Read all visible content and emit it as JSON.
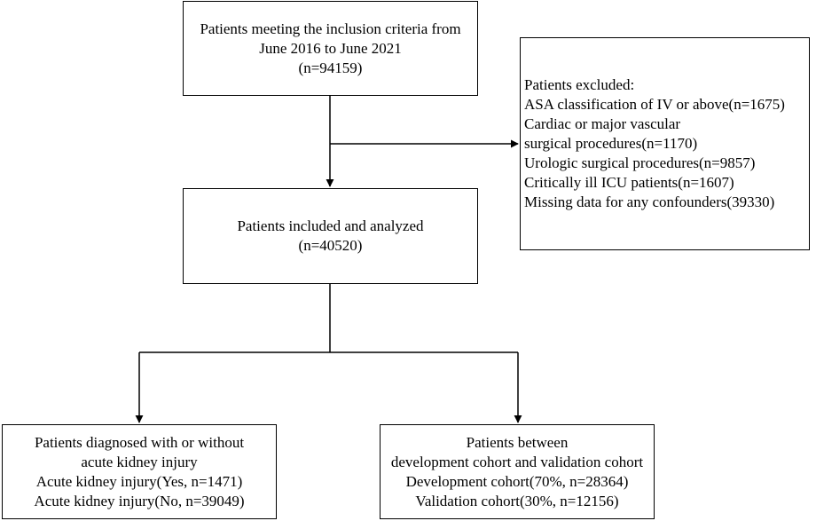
{
  "flowchart": {
    "inclusion": {
      "lines": [
        "Patients meeting the inclusion criteria from",
        "June 2016 to June 2021",
        "(n=94159)"
      ]
    },
    "excluded": {
      "lines": [
        "Patients excluded:",
        "ASA classification of IV or above(n=1675)",
        "Cardiac or major vascular",
        "surgical procedures(n=1170)",
        "Urologic surgical procedures(n=9857)",
        "Critically ill ICU patients(n=1607)",
        "Missing data for any confounders(39330)"
      ]
    },
    "included": {
      "lines": [
        "Patients included and analyzed",
        "(n=40520)"
      ]
    },
    "aki": {
      "lines": [
        "Patients diagnosed with or without",
        "acute kidney injury",
        "Acute kidney injury(Yes, n=1471)",
        "Acute kidney injury(No, n=39049)"
      ]
    },
    "cohort": {
      "lines": [
        "Patients between",
        "development cohort and validation cohort",
        "Development cohort(70%, n=28364)",
        "Validation cohort(30%, n=12156)"
      ]
    }
  }
}
